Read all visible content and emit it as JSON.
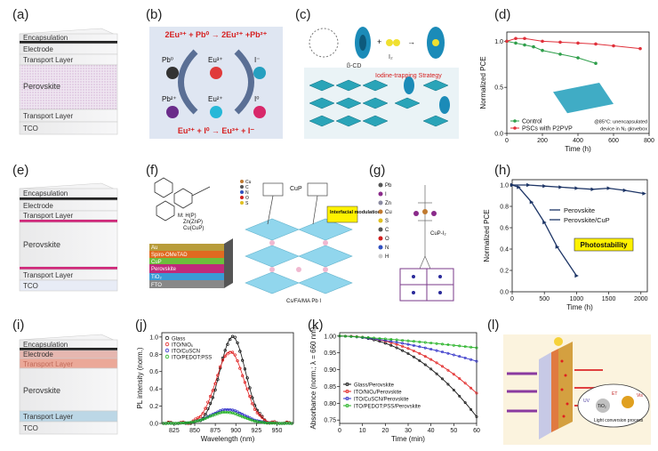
{
  "labels": {
    "a": "(a)",
    "b": "(b)",
    "c": "(c)",
    "d": "(d)",
    "e": "(e)",
    "f": "(f)",
    "g": "(g)",
    "h": "(h)",
    "i": "(i)",
    "j": "(j)",
    "k": "(k)",
    "l": "(l)"
  },
  "device_a": {
    "layers": [
      "Encapsulation",
      "Electrode",
      "Transport Layer",
      "Perovskite",
      "Transport Layer",
      "TCO"
    ]
  },
  "device_e": {
    "layers": [
      "Encapsulation",
      "Electrode",
      "Transport Layer",
      "Perovskite",
      "Transport Layer",
      "TCO"
    ]
  },
  "device_i": {
    "layers": [
      "Encapsulation",
      "Electrode",
      "Transport Layer",
      "Perovskite",
      "Transport Layer",
      "TCO"
    ]
  },
  "panel_b": {
    "top_eq": "2Eu³⁺ + Pb⁰ → 2Eu²⁺ +Pb²⁺",
    "bottom_eq": "Eu²⁺ + I⁰ → Eu³⁺ + I⁻",
    "nodes": [
      "Pb⁰",
      "Eu³⁺",
      "I⁻",
      "Pb²⁺",
      "Eu²⁺",
      "I⁰"
    ]
  },
  "panel_c": {
    "labels": [
      "β-CD",
      "I₂",
      "Iodine-trapping Strategy"
    ]
  },
  "panel_f": {
    "layers": [
      "Au",
      "Spiro-OMeTAD",
      "CuP",
      "Perovskite",
      "TiO₂",
      "FTO"
    ],
    "molecule": [
      "M: H(P)",
      "Zn(ZnP)",
      "Cu(CuP)"
    ],
    "cup": "CuP",
    "callout": "Interfacial modulation",
    "elements": [
      "Cu",
      "C",
      "N",
      "O",
      "S"
    ],
    "bottom_legend": "Cs/FA/MA   Pb   I"
  },
  "panel_g": {
    "elements": [
      "Pb",
      "I",
      "Zn",
      "Cu",
      "S",
      "C",
      "O",
      "N",
      "H"
    ],
    "label": "CuP-I₂"
  },
  "panel_l": {
    "labels": [
      "UV",
      "TiO₂",
      "ET",
      "Vis",
      "Light conversion process"
    ]
  },
  "chart_d": {
    "ylabel": "Normalized PCE",
    "xlabel": "Time (h)",
    "xticks": [
      "0",
      "200",
      "400",
      "600",
      "800"
    ],
    "yticks": [
      "0.0",
      "0.5",
      "1.0"
    ],
    "legend": [
      "Control",
      "PSCs with P2PVP"
    ],
    "note_a": "@85°C: unencapsulated",
    "note_b": "device in N₂ glovebox"
  },
  "chart_h": {
    "ylabel": "Normalized PCE",
    "xlabel": "Time (h)",
    "xticks": [
      "0",
      "500",
      "1000",
      "1500",
      "2000"
    ],
    "yticks": [
      "0.0",
      "0.2",
      "0.4",
      "0.6",
      "0.8",
      "1.0"
    ],
    "legend": [
      "Perovskite",
      "Perovskite/CuP"
    ],
    "badge": "Photostability"
  },
  "chart_j": {
    "ylabel": "PL intensity (norm.)",
    "xlabel": "Wavelength (nm)",
    "xticks": [
      "825",
      "850",
      "875",
      "900",
      "925",
      "950"
    ],
    "yticks": [
      "0.0",
      "0.2",
      "0.4",
      "0.6",
      "0.8",
      "1.0"
    ],
    "legend": [
      "Glass",
      "ITO/NiOₓ",
      "ITO/CuSCN",
      "ITO/PEDOT:PSS"
    ]
  },
  "chart_k": {
    "ylabel": "Absorbance (norm.; λ = 660 nm)",
    "xlabel": "Time (min)",
    "xticks": [
      "0",
      "10",
      "20",
      "30",
      "40",
      "50",
      "60"
    ],
    "yticks": [
      "0.75",
      "0.80",
      "0.85",
      "0.90",
      "0.95",
      "1.00"
    ],
    "legend": [
      "Glass/Perovskite",
      "ITO/NiOₓ/Perovskite",
      "ITO/CuSCN/Perovskite",
      "ITO/PEDOT:PSS/Perovskite"
    ]
  },
  "chart_data": [
    {
      "type": "line",
      "id": "d",
      "xlim": [
        0,
        800
      ],
      "ylim": [
        0,
        1.1
      ],
      "series": [
        {
          "name": "Control",
          "color": "#2e9e4a",
          "x": [
            0,
            50,
            100,
            150,
            200,
            300,
            400,
            500
          ],
          "y": [
            1.0,
            0.98,
            0.96,
            0.94,
            0.9,
            0.86,
            0.82,
            0.76
          ]
        },
        {
          "name": "PSCs with P2PVP",
          "color": "#e0303a",
          "x": [
            0,
            50,
            100,
            200,
            300,
            400,
            500,
            600,
            750
          ],
          "y": [
            1.0,
            1.03,
            1.03,
            1.0,
            0.99,
            0.98,
            0.97,
            0.95,
            0.92
          ]
        }
      ]
    },
    {
      "type": "line",
      "id": "h",
      "xlim": [
        0,
        2100
      ],
      "ylim": [
        0,
        1.05
      ],
      "series": [
        {
          "name": "Perovskite",
          "color": "#1d3566",
          "x": [
            0,
            100,
            300,
            500,
            700,
            1000
          ],
          "y": [
            1.0,
            0.98,
            0.84,
            0.65,
            0.42,
            0.15
          ]
        },
        {
          "name": "Perovskite/CuP",
          "color": "#1d3566",
          "x": [
            0,
            250,
            500,
            750,
            1000,
            1250,
            1500,
            1750,
            2050
          ],
          "y": [
            1.0,
            1.0,
            0.99,
            0.98,
            0.97,
            0.96,
            0.97,
            0.95,
            0.92
          ]
        }
      ]
    },
    {
      "type": "scatter",
      "id": "j",
      "xlim": [
        810,
        970
      ],
      "ylim": [
        0,
        1.05
      ],
      "series": [
        {
          "name": "Glass",
          "color": "#111111",
          "center": 896,
          "width": 22,
          "peak": 1.0
        },
        {
          "name": "ITO/NiOₓ",
          "color": "#e02020",
          "center": 893,
          "width": 24,
          "peak": 0.83
        },
        {
          "name": "ITO/CuSCN",
          "color": "#3030c8",
          "center": 890,
          "width": 28,
          "peak": 0.16
        },
        {
          "name": "ITO/PEDOT:PSS",
          "color": "#20b020",
          "center": 888,
          "width": 28,
          "peak": 0.13
        }
      ]
    },
    {
      "type": "line",
      "id": "k",
      "xlim": [
        0,
        60
      ],
      "ylim": [
        0.74,
        1.01
      ],
      "series": [
        {
          "name": "Glass/Perovskite",
          "color": "#111111",
          "k": 0.24,
          "p": 2.2
        },
        {
          "name": "ITO/NiOₓ/Perovskite",
          "color": "#e02020",
          "k": 0.17,
          "p": 2.2
        },
        {
          "name": "ITO/CuSCN/Perovskite",
          "color": "#3030c8",
          "k": 0.075,
          "p": 1.6
        },
        {
          "name": "ITO/PEDOT:PSS/Perovskite",
          "color": "#20b020",
          "k": 0.035,
          "p": 1.3
        }
      ]
    }
  ]
}
